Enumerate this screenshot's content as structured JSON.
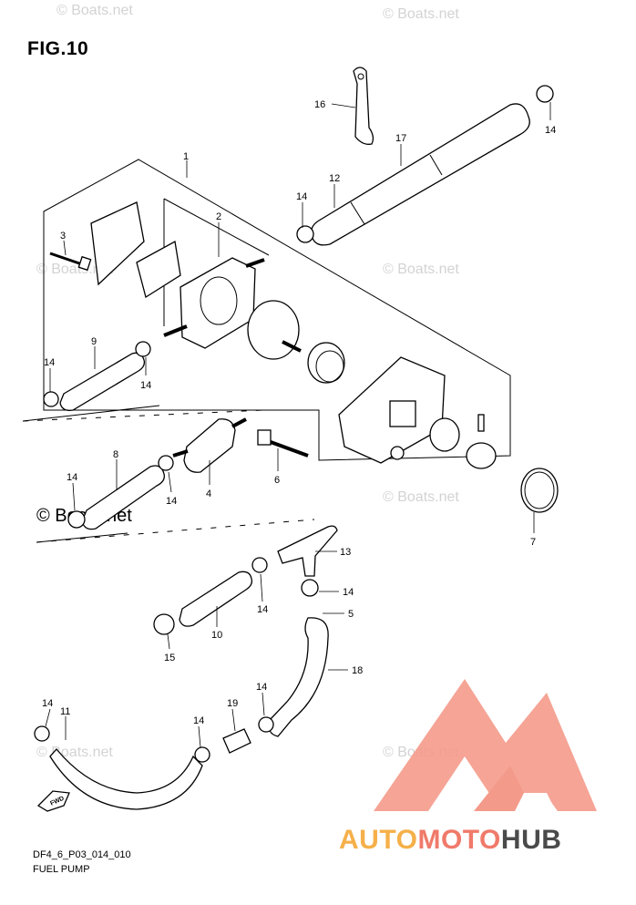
{
  "figure": {
    "title": "FIG.10",
    "code": "DF4_6_P03_014_010",
    "name": "FUEL PUMP"
  },
  "brand": {
    "part1": "AUTO",
    "part2": "MOTO",
    "part3": "HUB",
    "colors": {
      "auto": "#f5b04a",
      "moto": "#f07a6a",
      "hub": "#4a4a4a"
    }
  },
  "watermark": {
    "text": "© Boats.net"
  },
  "direction_badge": "FWD",
  "callouts": {
    "c1": "1",
    "c2": "2",
    "c3": "3",
    "c4": "4",
    "c5": "5",
    "c6": "6",
    "c7": "7",
    "c8": "8",
    "c9": "9",
    "c10": "10",
    "c11": "11",
    "c12": "12",
    "c13": "13",
    "c14": "14",
    "c15": "15",
    "c16": "16",
    "c17": "17",
    "c18": "18",
    "c19": "19"
  }
}
